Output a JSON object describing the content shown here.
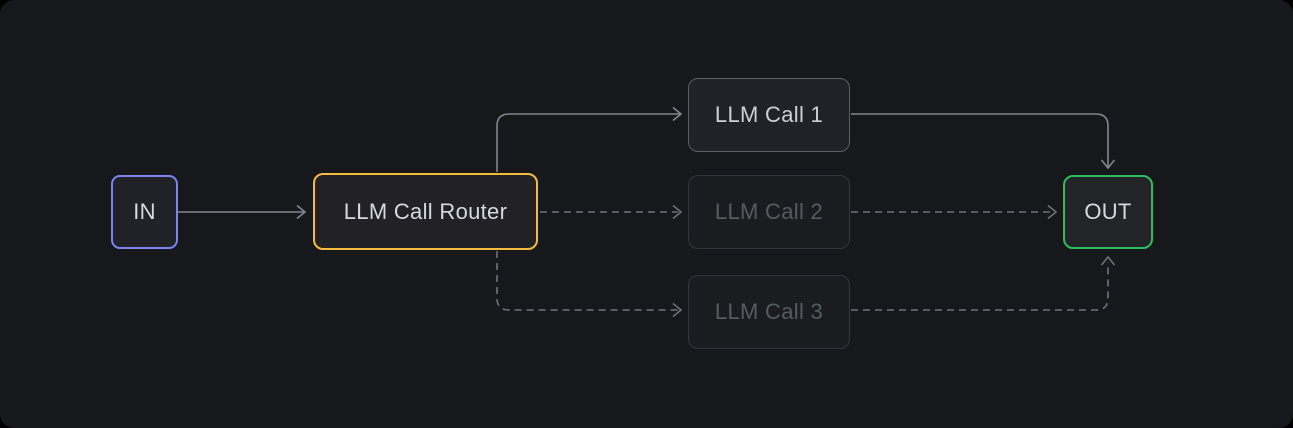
{
  "diagram": {
    "background_color": "#000000",
    "canvas_color": "#17181c",
    "nodes": [
      {
        "id": "in",
        "label": "IN",
        "state": "active",
        "border_color": "#7d83f2",
        "text_color": "#d7d9de",
        "fill_color": "#212227"
      },
      {
        "id": "router",
        "label": "LLM Call Router",
        "state": "active",
        "border_color": "#f5bb3d",
        "text_color": "#d7d9de",
        "fill_color": "#212126"
      },
      {
        "id": "call1",
        "label": "LLM Call 1",
        "state": "active",
        "border_color": "#5a5f67",
        "text_color": "#ced0d5",
        "fill_color": "#212227"
      },
      {
        "id": "call2",
        "label": "LLM Call 2",
        "state": "inactive",
        "border_color": "#32363c",
        "text_color": "#565b63",
        "fill_color": "#1b1c20"
      },
      {
        "id": "call3",
        "label": "LLM Call 3",
        "state": "inactive",
        "border_color": "#32363c",
        "text_color": "#565b63",
        "fill_color": "#1b1c20"
      },
      {
        "id": "out",
        "label": "OUT",
        "state": "active",
        "border_color": "#2cbe5a",
        "text_color": "#d7d9de",
        "fill_color": "#232428"
      }
    ],
    "edges": [
      {
        "from": "in",
        "to": "router",
        "style": "solid"
      },
      {
        "from": "router",
        "to": "call1",
        "style": "solid"
      },
      {
        "from": "call1",
        "to": "out",
        "style": "solid"
      },
      {
        "from": "router",
        "to": "call2",
        "style": "dashed"
      },
      {
        "from": "call2",
        "to": "out",
        "style": "dashed"
      },
      {
        "from": "router",
        "to": "call3",
        "style": "dashed"
      },
      {
        "from": "call3",
        "to": "out",
        "style": "dashed"
      }
    ],
    "line_colors": {
      "solid": "#82868e",
      "dashed": "#6e737b"
    }
  }
}
